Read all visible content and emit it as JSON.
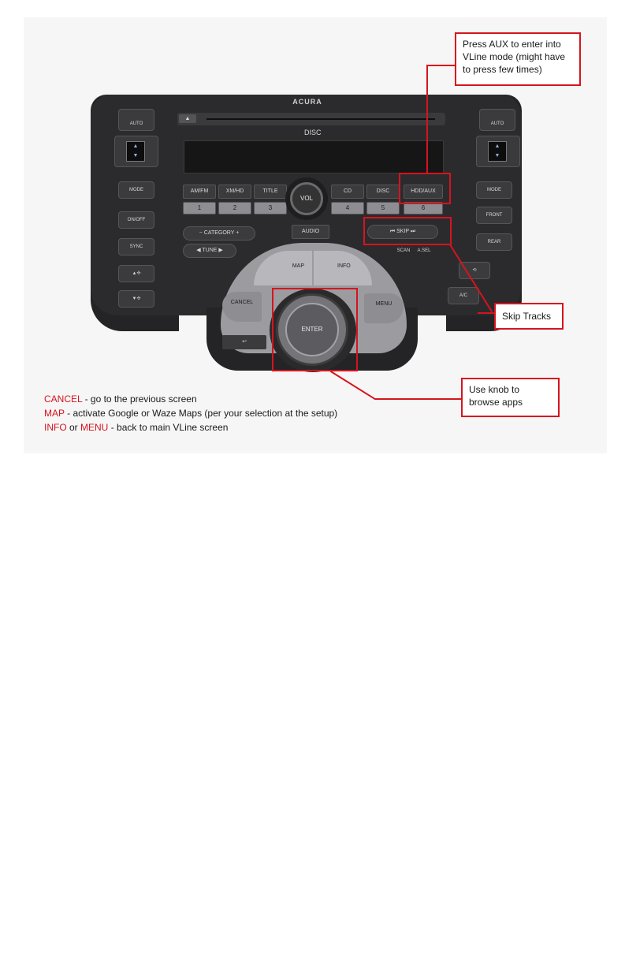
{
  "console": {
    "brand": "ACURA",
    "eject_label": "▲",
    "disc_label": "DISC",
    "top_buttons": [
      "AM/FM",
      "XM/HD",
      "TITLE",
      "",
      "CD",
      "DISC",
      "HDD/AUX"
    ],
    "preset_numbers": [
      "1",
      "2",
      "3",
      "4",
      "5",
      "6"
    ],
    "vol_label": "VOL",
    "category_label": "CATEGORY",
    "tune_label": "TUNE",
    "audio_label": "AUDIO",
    "skip_label": "SKIP",
    "scan_label": "SCAN",
    "asel_label": "A.SEL",
    "map_label": "MAP",
    "info_label": "INFO",
    "cancel_label": "CANCEL",
    "menu_label": "MENU",
    "enter_label": "ENTER",
    "driver_auto": "AUTO",
    "passenger_auto": "AUTO",
    "mode_left": "MODE",
    "mode_right": "MODE",
    "on_off": "ON/OFF",
    "sync": "SYNC",
    "ac": "A/C",
    "front_label": "FRONT",
    "rear_label": "REAR",
    "phone_label": "↩"
  },
  "callouts": {
    "aux": "Press AUX to enter into VLine mode (might have to press few times)",
    "skip": "Skip Tracks",
    "knob": "Use knob to browse apps"
  },
  "legend": [
    {
      "keyword": "CANCEL",
      "text": " - go to the previous screen"
    },
    {
      "keyword": "MAP",
      "text": " - activate Google or Waze Maps (per your selection at the setup)"
    },
    {
      "keyword": "INFO",
      "joiner": " or ",
      "keyword2": "MENU",
      "text": " - back to main VLine screen"
    }
  ],
  "colors": {
    "annotation": "#d6141e"
  }
}
